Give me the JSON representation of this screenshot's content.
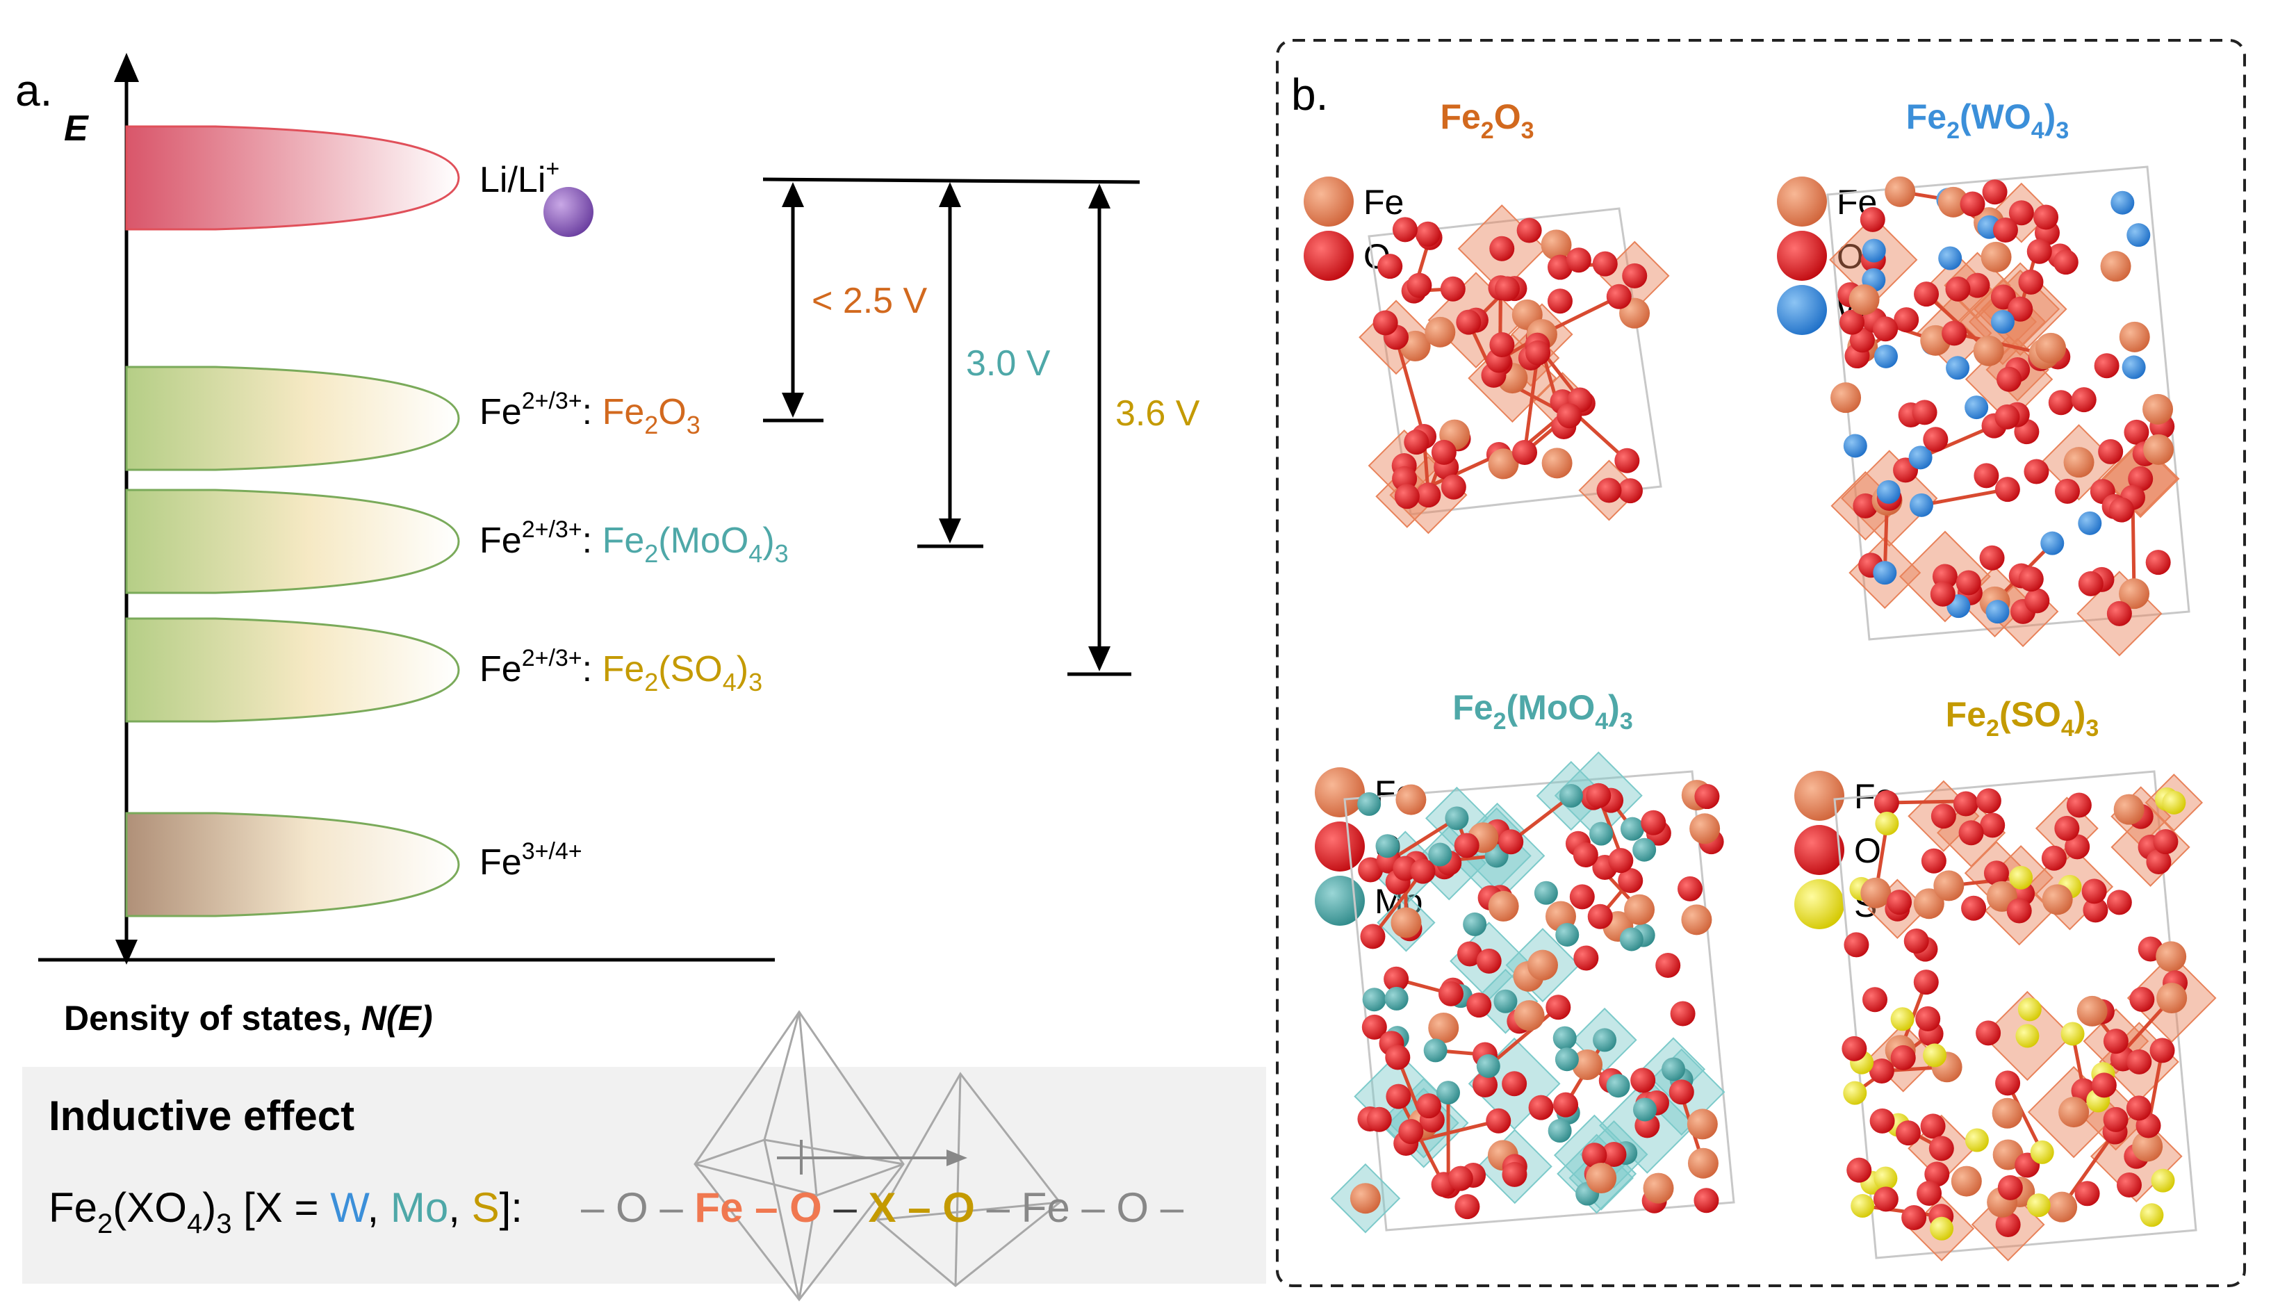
{
  "panel_a": {
    "panel_label": "a.",
    "energy_axis_label": "E",
    "x_axis_label_prefix": "Density of states, ",
    "x_axis_label_var": "N(E)",
    "li_label": {
      "main": "Li/Li",
      "sup": "+"
    },
    "levels": [
      {
        "prefix": "Fe",
        "sup": "2+/3+",
        "sep": ": ",
        "compound_parts": [
          [
            "Fe",
            ""
          ],
          [
            "2",
            "sub"
          ],
          [
            "O",
            ""
          ],
          [
            "3",
            "sub"
          ]
        ],
        "color": "#D2691E"
      },
      {
        "prefix": "Fe",
        "sup": "2+/3+",
        "sep": ": ",
        "compound_parts": [
          [
            "Fe",
            ""
          ],
          [
            "2",
            "sub"
          ],
          [
            "(MoO",
            ""
          ],
          [
            "4",
            "sub"
          ],
          [
            ")",
            ""
          ],
          [
            "3",
            "sub"
          ]
        ],
        "color": "#4EA8A8"
      },
      {
        "prefix": "Fe",
        "sup": "2+/3+",
        "sep": ": ",
        "compound_parts": [
          [
            "Fe",
            ""
          ],
          [
            "2",
            "sub"
          ],
          [
            "(SO",
            ""
          ],
          [
            "4",
            "sub"
          ],
          [
            ")",
            ""
          ],
          [
            "3",
            "sub"
          ]
        ],
        "color": "#C49A00"
      },
      {
        "prefix": "Fe",
        "sup": "3+/4+",
        "sep": "",
        "compound_parts": [],
        "color": "#000000"
      }
    ],
    "voltages": [
      {
        "text": "< 2.5 V",
        "color": "#D2691E"
      },
      {
        "text": "3.0 V",
        "color": "#4EA8A8"
      },
      {
        "text": "3.6 V",
        "color": "#C49A00"
      }
    ]
  },
  "inductive": {
    "title": "Inductive effect",
    "formula_parts": [
      [
        "Fe",
        "#000000",
        ""
      ],
      [
        "2",
        "#000000",
        "sub"
      ],
      [
        "(XO",
        "#000000",
        ""
      ],
      [
        "4",
        "#000000",
        "sub"
      ],
      [
        ")",
        "#000000",
        ""
      ],
      [
        "3",
        "#000000",
        "sub"
      ],
      [
        " [X = ",
        "#000000",
        ""
      ],
      [
        "W",
        "#3B8FD9",
        ""
      ],
      [
        ", ",
        "#000000",
        ""
      ],
      [
        "Mo",
        "#4EA8A8",
        ""
      ],
      [
        ", ",
        "#000000",
        ""
      ],
      [
        "S",
        "#C49A00",
        ""
      ],
      [
        "]: ",
        "#000000",
        ""
      ]
    ],
    "chain_parts": [
      [
        "– O –",
        "#888888",
        ""
      ],
      [
        "Fe – O",
        "#F07850",
        "bold"
      ],
      [
        "–",
        "#333333",
        ""
      ],
      [
        "X – O",
        "#C49A00",
        "bold"
      ],
      [
        "– Fe – O –",
        "#888888",
        ""
      ]
    ]
  },
  "panel_b": {
    "panel_label": "b.",
    "structures": [
      {
        "title_parts": [
          [
            "Fe",
            ""
          ],
          [
            "2",
            "sub"
          ],
          [
            "O",
            ""
          ],
          [
            "3",
            "sub"
          ]
        ],
        "title_color": "#D2691E",
        "legend": [
          {
            "label": "Fe",
            "color": "#E8825A"
          },
          {
            "label": "O",
            "color": "#E3262A"
          }
        ]
      },
      {
        "title_parts": [
          [
            "Fe",
            ""
          ],
          [
            "2",
            "sub"
          ],
          [
            "(WO",
            ""
          ],
          [
            "4",
            "sub"
          ],
          [
            ")",
            ""
          ],
          [
            "3",
            "sub"
          ]
        ],
        "title_color": "#3B8FD9",
        "legend": [
          {
            "label": "Fe",
            "color": "#E8825A"
          },
          {
            "label": "O",
            "color": "#E3262A"
          },
          {
            "label": "W",
            "color": "#3B8FD9"
          }
        ]
      },
      {
        "title_parts": [
          [
            "Fe",
            ""
          ],
          [
            "2",
            "sub"
          ],
          [
            "(MoO",
            ""
          ],
          [
            "4",
            "sub"
          ],
          [
            ")",
            ""
          ],
          [
            "3",
            "sub"
          ]
        ],
        "title_color": "#4EA8A8",
        "legend": [
          {
            "label": "Fe",
            "color": "#E8825A"
          },
          {
            "label": "O",
            "color": "#E3262A"
          },
          {
            "label": "Mo",
            "color": "#4EA8A8"
          }
        ]
      },
      {
        "title_parts": [
          [
            "Fe",
            ""
          ],
          [
            "2",
            "sub"
          ],
          [
            "(SO",
            ""
          ],
          [
            "4",
            "sub"
          ],
          [
            ")",
            ""
          ],
          [
            "3",
            "sub"
          ]
        ],
        "title_color": "#C49A00",
        "legend": [
          {
            "label": "Fe",
            "color": "#E8825A"
          },
          {
            "label": "O",
            "color": "#E3262A"
          },
          {
            "label": "S",
            "color": "#F2E836"
          }
        ]
      }
    ]
  }
}
